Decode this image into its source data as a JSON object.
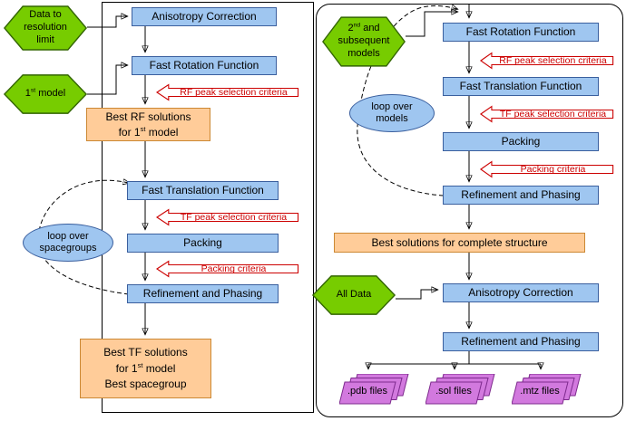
{
  "colors": {
    "blue-fill": "#9fc6f0",
    "blue-border": "#3a5f9e",
    "green-fill": "#77cc00",
    "green-border": "#336600",
    "orange-fill": "#ffcc99",
    "orange-border": "#cc8833",
    "red": "#cc0000",
    "violet-fill": "#d279de",
    "violet-border": "#7d2a8d",
    "line": "#000000"
  },
  "left": {
    "hex_data": "Data to resolution limit",
    "hex_model": {
      "pre": "1",
      "sup": "st",
      "post": " model"
    },
    "anisotropy": "Anisotropy Correction",
    "fast_rotation": "Fast Rotation Function",
    "rf_criteria": "RF peak selection criteria",
    "best_rf": {
      "line1": "Best RF solutions",
      "line2_pre": "for 1",
      "line2_sup": "st",
      "line2_post": " model"
    },
    "fast_translation": "Fast Translation Function",
    "tf_criteria": "TF peak selection criteria",
    "packing": "Packing",
    "packing_criteria": "Packing criteria",
    "loop_label": "loop over spacegroups",
    "refinement": "Refinement and Phasing",
    "best_tf": {
      "line1": "Best TF solutions",
      "line2_pre": "for 1",
      "line2_sup": "st",
      "line2_post": " model",
      "line3": "Best spacegroup"
    }
  },
  "right": {
    "hex_models": {
      "line1_pre": "2",
      "line1_sup": "nd",
      "line1_post": " and",
      "line2": "subsequent",
      "line3": "models"
    },
    "fast_rotation": "Fast Rotation Function",
    "rf_criteria": "RF peak selection criteria",
    "fast_translation": "Fast Translation Function",
    "tf_criteria": "TF peak selection criteria",
    "loop_label": "loop over models",
    "packing": "Packing",
    "packing_criteria": "Packing criteria",
    "refinement": "Refinement and Phasing",
    "best_solutions": "Best solutions for complete structure",
    "hex_alldata": "All Data",
    "anisotropy": "Anisotropy Correction",
    "refinement_final": "Refinement and Phasing",
    "files": [
      ".pdb files",
      ".sol files",
      ".mtz files"
    ]
  }
}
